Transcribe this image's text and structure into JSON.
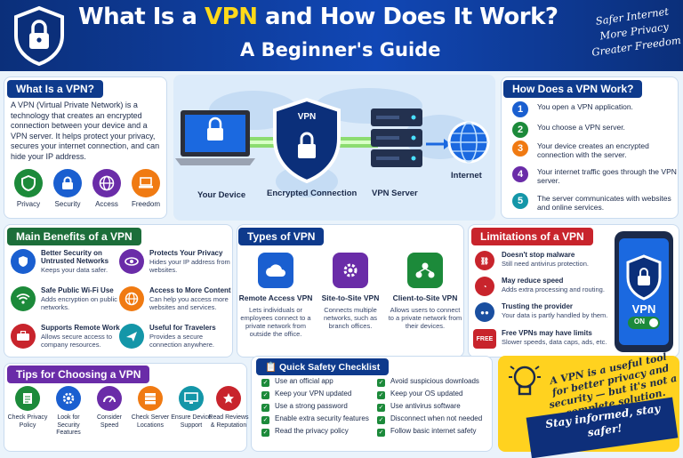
{
  "header": {
    "title_pre": "What Is a ",
    "title_hl": "VPN",
    "title_post": " and How Does It Work?",
    "subtitle": "A Beginner's Guide",
    "tagline": [
      "Safer Internet",
      "More Privacy",
      "Greater Freedom"
    ]
  },
  "what": {
    "heading": "What Is a VPN?",
    "body": "A VPN (Virtual Private Network) is a technology that creates an encrypted connection between your device and a VPN server. It helps protect your privacy, secures your internet connection, and can hide your IP address.",
    "features": [
      {
        "label": "Privacy",
        "icon": "shield-icon",
        "color": "#1c8a3a"
      },
      {
        "label": "Security",
        "icon": "lock-icon",
        "color": "#1a5fd0"
      },
      {
        "label": "Access",
        "icon": "globe-icon",
        "color": "#6a2ca8"
      },
      {
        "label": "Freedom",
        "icon": "laptop-icon",
        "color": "#f07a12"
      }
    ]
  },
  "diagram": {
    "device": "Your Device",
    "encrypted": "Encrypted Connection",
    "server": "VPN Server",
    "internet": "Internet",
    "badge": "VPN"
  },
  "how": {
    "heading": "How Does a VPN Work?",
    "steps": [
      {
        "n": "1",
        "text": "You open a VPN application.",
        "color": "#1a5fd0"
      },
      {
        "n": "2",
        "text": "You choose a VPN server.",
        "color": "#1c8a3a"
      },
      {
        "n": "3",
        "text": "Your device creates an encrypted connection with the server.",
        "color": "#f07a12"
      },
      {
        "n": "4",
        "text": "Your internet traffic goes through the VPN server.",
        "color": "#6a2ca8"
      },
      {
        "n": "5",
        "text": "The server communicates with websites and online services.",
        "color": "#1496a8"
      }
    ]
  },
  "benefits": {
    "heading": "Main Benefits of a VPN",
    "items": [
      {
        "title": "Better Security on Untrusted Networks",
        "desc": "Keeps your data safer.",
        "icon": "shield-icon",
        "color": "#1a5fd0"
      },
      {
        "title": "Protects Your Privacy",
        "desc": "Hides your IP address from websites.",
        "icon": "eye-icon",
        "color": "#6a2ca8"
      },
      {
        "title": "Safe Public Wi-Fi Use",
        "desc": "Adds encryption on public networks.",
        "icon": "wifi-icon",
        "color": "#1c8a3a"
      },
      {
        "title": "Access to More Content",
        "desc": "Can help you access more websites and services.",
        "icon": "globe-icon",
        "color": "#f07a12"
      },
      {
        "title": "Supports Remote Work",
        "desc": "Allows secure access to company resources.",
        "icon": "briefcase-icon",
        "color": "#c8242c"
      },
      {
        "title": "Useful for Travelers",
        "desc": "Provides a secure connection anywhere.",
        "icon": "plane-icon",
        "color": "#1496a8"
      }
    ]
  },
  "types": {
    "heading": "Types of VPN",
    "items": [
      {
        "title": "Remote Access VPN",
        "desc": "Lets individuals or employees connect to a private network from outside the office.",
        "icon": "cloud-icon",
        "color": "#1a5fd0"
      },
      {
        "title": "Site-to-Site VPN",
        "desc": "Connects multiple networks, such as branch offices.",
        "icon": "gear-icon",
        "color": "#6a2ca8"
      },
      {
        "title": "Client-to-Site VPN",
        "desc": "Allows users to connect to a private network from their devices.",
        "icon": "network-icon",
        "color": "#1c8a3a"
      }
    ]
  },
  "limitations": {
    "heading": "Limitations of a VPN",
    "items": [
      {
        "title": "Doesn't stop malware",
        "desc": "Still need antivirus protection.",
        "icon": "link-icon"
      },
      {
        "title": "May reduce speed",
        "desc": "Adds extra processing and routing.",
        "icon": "speed-icon"
      },
      {
        "title": "Trusting the provider",
        "desc": "Your data is partly handled by them.",
        "icon": "people-icon"
      },
      {
        "title": "Free VPNs may have limits",
        "desc": "Slower speeds, data caps, ads, etc.",
        "icon": "free-badge-icon",
        "badge": "FREE"
      }
    ],
    "phone_label": "VPN",
    "toggle": "ON"
  },
  "tips": {
    "heading": "Tips for Choosing a VPN",
    "items": [
      {
        "label": "Check Privacy Policy",
        "icon": "document-icon",
        "color": "#1c8a3a"
      },
      {
        "label": "Look for Security Features",
        "icon": "gear-icon",
        "color": "#1a5fd0"
      },
      {
        "label": "Consider Speed",
        "icon": "speedometer-icon",
        "color": "#6a2ca8"
      },
      {
        "label": "Check Server Locations",
        "icon": "server-icon",
        "color": "#f07a12"
      },
      {
        "label": "Ensure Device Support",
        "icon": "monitor-icon",
        "color": "#1496a8"
      },
      {
        "label": "Read Reviews & Reputation",
        "icon": "star-icon",
        "color": "#c8242c"
      }
    ]
  },
  "checklist": {
    "heading": "Quick Safety Checklist",
    "left": [
      "Use an official app",
      "Keep your VPN updated",
      "Use a strong password",
      "Enable extra security features",
      "Read the privacy policy"
    ],
    "right": [
      "Avoid suspicious downloads",
      "Keep your OS updated",
      "Use antivirus software",
      "Disconnect when not needed",
      "Follow basic internet safety"
    ]
  },
  "callout": {
    "text": "A VPN is a useful tool for better privacy and security — but it's not a complete solution.",
    "stay": "Stay informed, stay safer!"
  }
}
